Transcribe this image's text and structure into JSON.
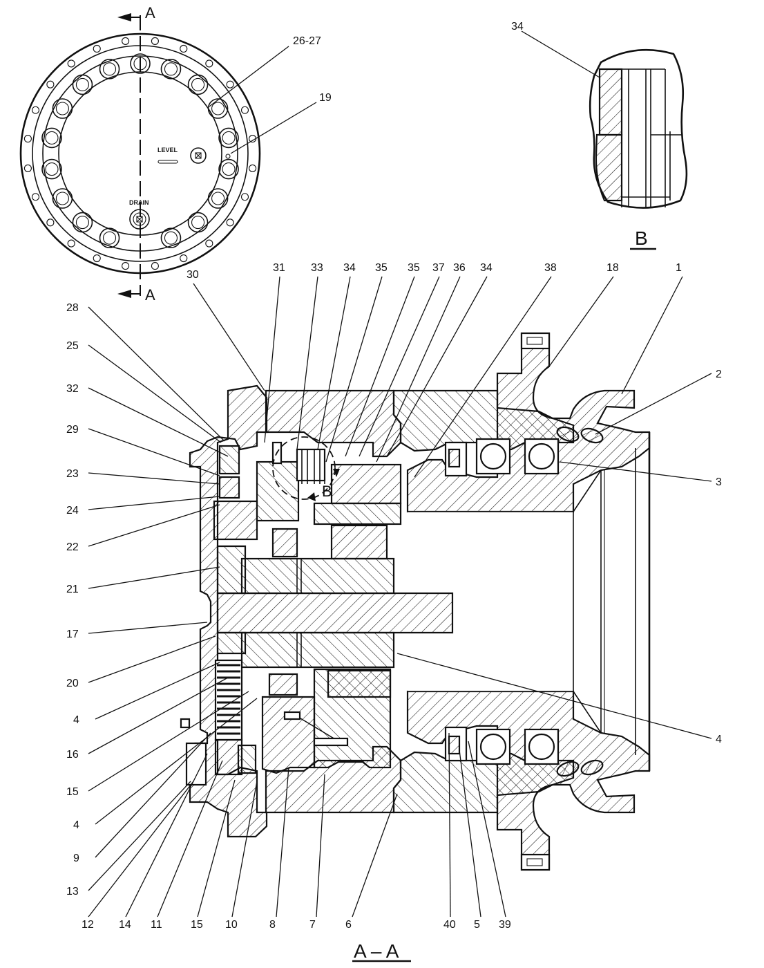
{
  "view_front": {
    "section_mark_top": "A",
    "section_mark_bottom": "A",
    "level_label": "LEVEL",
    "drain_label": "DRAIN",
    "callouts": [
      {
        "id": "c-26-27",
        "text": "26-27"
      },
      {
        "id": "c-19",
        "text": "19"
      }
    ]
  },
  "view_b": {
    "title": "B",
    "callouts": [
      {
        "id": "c-34b",
        "text": "34"
      }
    ]
  },
  "section_view": {
    "title": "A – A",
    "detail_mark": "B",
    "callouts_top": [
      "30",
      "31",
      "33",
      "34",
      "35",
      "35",
      "37",
      "36",
      "34",
      "38",
      "18",
      "1"
    ],
    "callouts_left": [
      "28",
      "25",
      "32",
      "29",
      "23",
      "24",
      "22",
      "21",
      "17",
      "20",
      "4",
      "16",
      "15",
      "4",
      "9",
      "13"
    ],
    "callouts_right": [
      "2",
      "3",
      "4"
    ],
    "callouts_bottom": [
      "12",
      "14",
      "11",
      "15",
      "10",
      "8",
      "7",
      "6",
      "40",
      "5",
      "39"
    ]
  }
}
